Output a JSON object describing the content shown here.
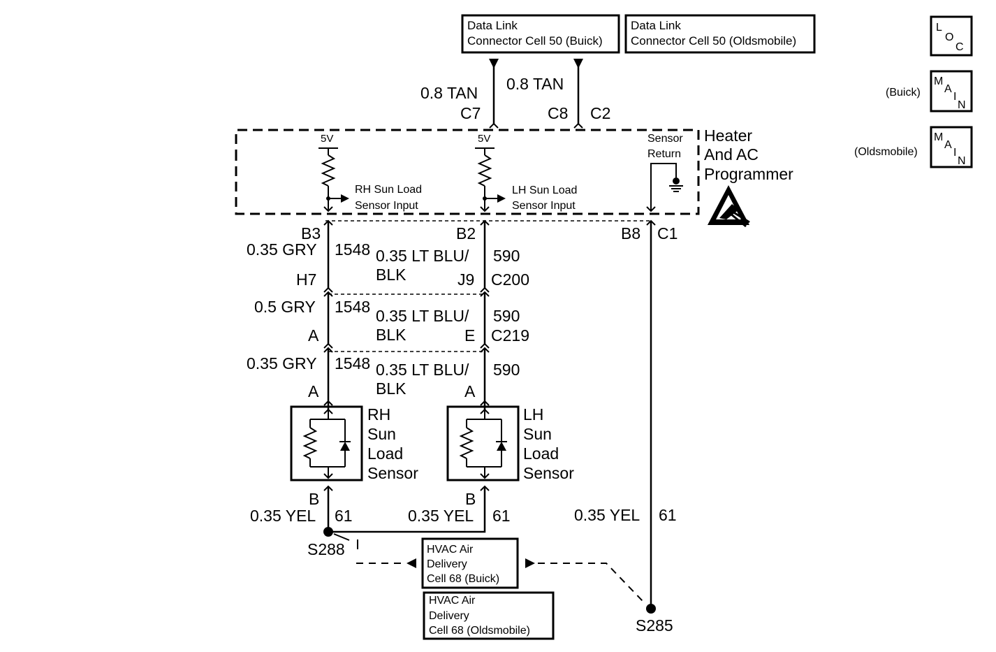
{
  "refs": {
    "dlc_buick": [
      "Data Link",
      "Connector Cell 50 (Buick)"
    ],
    "dlc_olds": [
      "Data Link",
      "Connector Cell 50 (Oldsmobile)"
    ],
    "hvac_buick": [
      "HVAC Air",
      "Delivery",
      "Cell 68  (Buick)"
    ],
    "hvac_olds": [
      "HVAC Air",
      "Delivery",
      "Cell 68 (Oldsmobile)"
    ]
  },
  "legend": {
    "loc": [
      "L",
      "O",
      "C"
    ],
    "main": [
      "M",
      "A",
      "I",
      "N"
    ],
    "buick": "(Buick)",
    "olds": "(Oldsmobile)"
  },
  "module": {
    "title": [
      "Heater",
      "And AC",
      "Programmer"
    ],
    "v5_left": "5V",
    "v5_right": "5V",
    "rh_input": [
      "RH Sun Load",
      "Sensor Input"
    ],
    "lh_input": [
      "LH Sun Load",
      "Sensor Input"
    ],
    "sensor_return": [
      "Sensor",
      "Return"
    ]
  },
  "dlc_wires": {
    "left_wire": "0.8 TAN",
    "left_pin": "C7",
    "right_wire": "0.8 TAN",
    "right_pin1": "C8",
    "right_pin2": "C2"
  },
  "rh_circuit": {
    "pin_top": "B3",
    "seg1_wire": "0.35 GRY",
    "seg1_circuit": "1548",
    "pin_h7": "H7",
    "seg2_wire": "0.5 GRY",
    "seg2_circuit": "1548",
    "pin_a1": "A",
    "seg3_wire": "0.35 GRY",
    "seg3_circuit": "1548",
    "pin_a2": "A"
  },
  "lh_circuit": {
    "pin_top": "B2",
    "seg1_wire": [
      "0.35 LT BLU/",
      "BLK"
    ],
    "seg1_circuit": "590",
    "pin_j9": "J9",
    "conn1": "C200",
    "seg2_wire": [
      "0.35 LT BLU/",
      "BLK"
    ],
    "seg2_circuit": "590",
    "pin_e": "E",
    "conn2": "C219",
    "seg3_wire": [
      "0.35 LT BLU/",
      "BLK"
    ],
    "seg3_circuit": "590",
    "pin_a": "A"
  },
  "sensors": {
    "rh": [
      "RH",
      "Sun",
      "Load",
      "Sensor"
    ],
    "lh": [
      "LH",
      "Sun",
      "Load",
      "Sensor"
    ]
  },
  "return_wires": {
    "rh_pin": "B",
    "rh_wire": "0.35 YEL",
    "rh_circuit": "61",
    "lh_pin": "B",
    "lh_wire": "0.35 YEL",
    "lh_circuit": "61",
    "right_pin1": "B8",
    "right_pin2": "C1",
    "right_wire": "0.35 YEL",
    "right_circuit": "61",
    "splice_left": "S288",
    "splice_right": "S285"
  }
}
